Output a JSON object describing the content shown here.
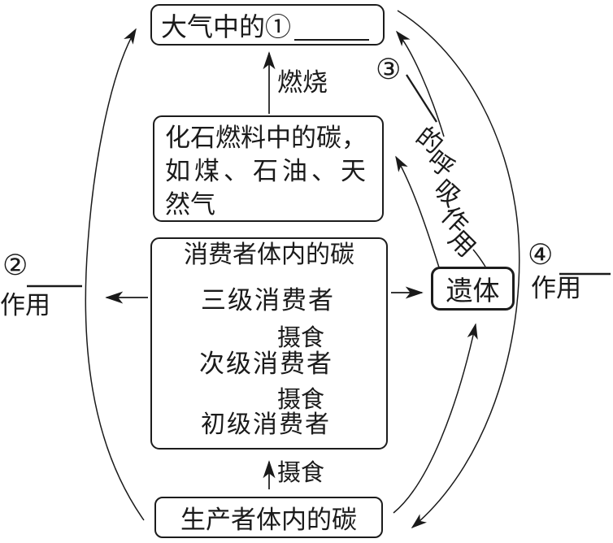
{
  "boxes": {
    "atmosphere": {
      "text": "大气中的①"
    },
    "fossil_fuel": {
      "lines": [
        "化石燃料中的碳，",
        "如煤、石油、天",
        "然气"
      ]
    },
    "consumers": {
      "title": "消费者体内的碳",
      "tertiary": "三级消费者",
      "secondary": "次级消费者",
      "primary": "初级消费者"
    },
    "producer": {
      "text": "生产者体内的碳"
    },
    "remains": {
      "text": "遗体"
    }
  },
  "labels": {
    "burn": "燃烧",
    "feed": "摄食",
    "left_num": "②",
    "left_process": "作用",
    "decomposer_num": "③",
    "decomposer_curved": [
      "的",
      "呼",
      "吸",
      "作",
      "用"
    ],
    "right_num": "④",
    "right_process": "作用"
  },
  "colors": {
    "ink": "#1a1a1a",
    "background": "#ffffff"
  }
}
